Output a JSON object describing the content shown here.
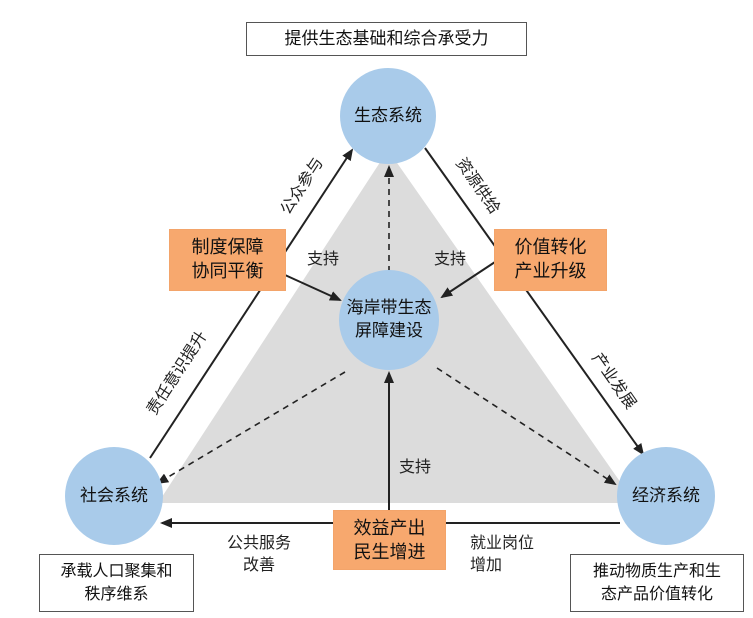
{
  "colors": {
    "circle": "#a9cbea",
    "orange": "#f7a86e",
    "triangle": "#dcdcdc",
    "line": "#222222"
  },
  "top_box": "提供生态基础和综合承受力",
  "nodes": {
    "eco": "生态系统",
    "center_line1": "海岸带生态",
    "center_line2": "屏障建设",
    "social": "社会系统",
    "economic": "经济系统"
  },
  "orange_boxes": {
    "left": {
      "line1": "制度保障",
      "line2": "协同平衡"
    },
    "right": {
      "line1": "价值转化",
      "line2": "产业升级"
    },
    "bottom": {
      "line1": "效益产出",
      "line2": "民生增进"
    }
  },
  "edge_labels": {
    "public_participation": "公众参与",
    "resource_supply": "资源供给",
    "responsibility": "责任意识提升",
    "industry_dev": "产业发展",
    "support_left": "支持",
    "support_right": "支持",
    "support_bottom": "支持",
    "public_service_line1": "公共服务",
    "public_service_line2": "改善",
    "employment_line1": "就业岗位",
    "employment_line2": "增加"
  },
  "bottom_left_box": {
    "line1": "承载人口聚集和",
    "line2": "秩序维系"
  },
  "bottom_right_box": {
    "line1": "推动物质生产和生",
    "line2": "态产品价值转化"
  }
}
